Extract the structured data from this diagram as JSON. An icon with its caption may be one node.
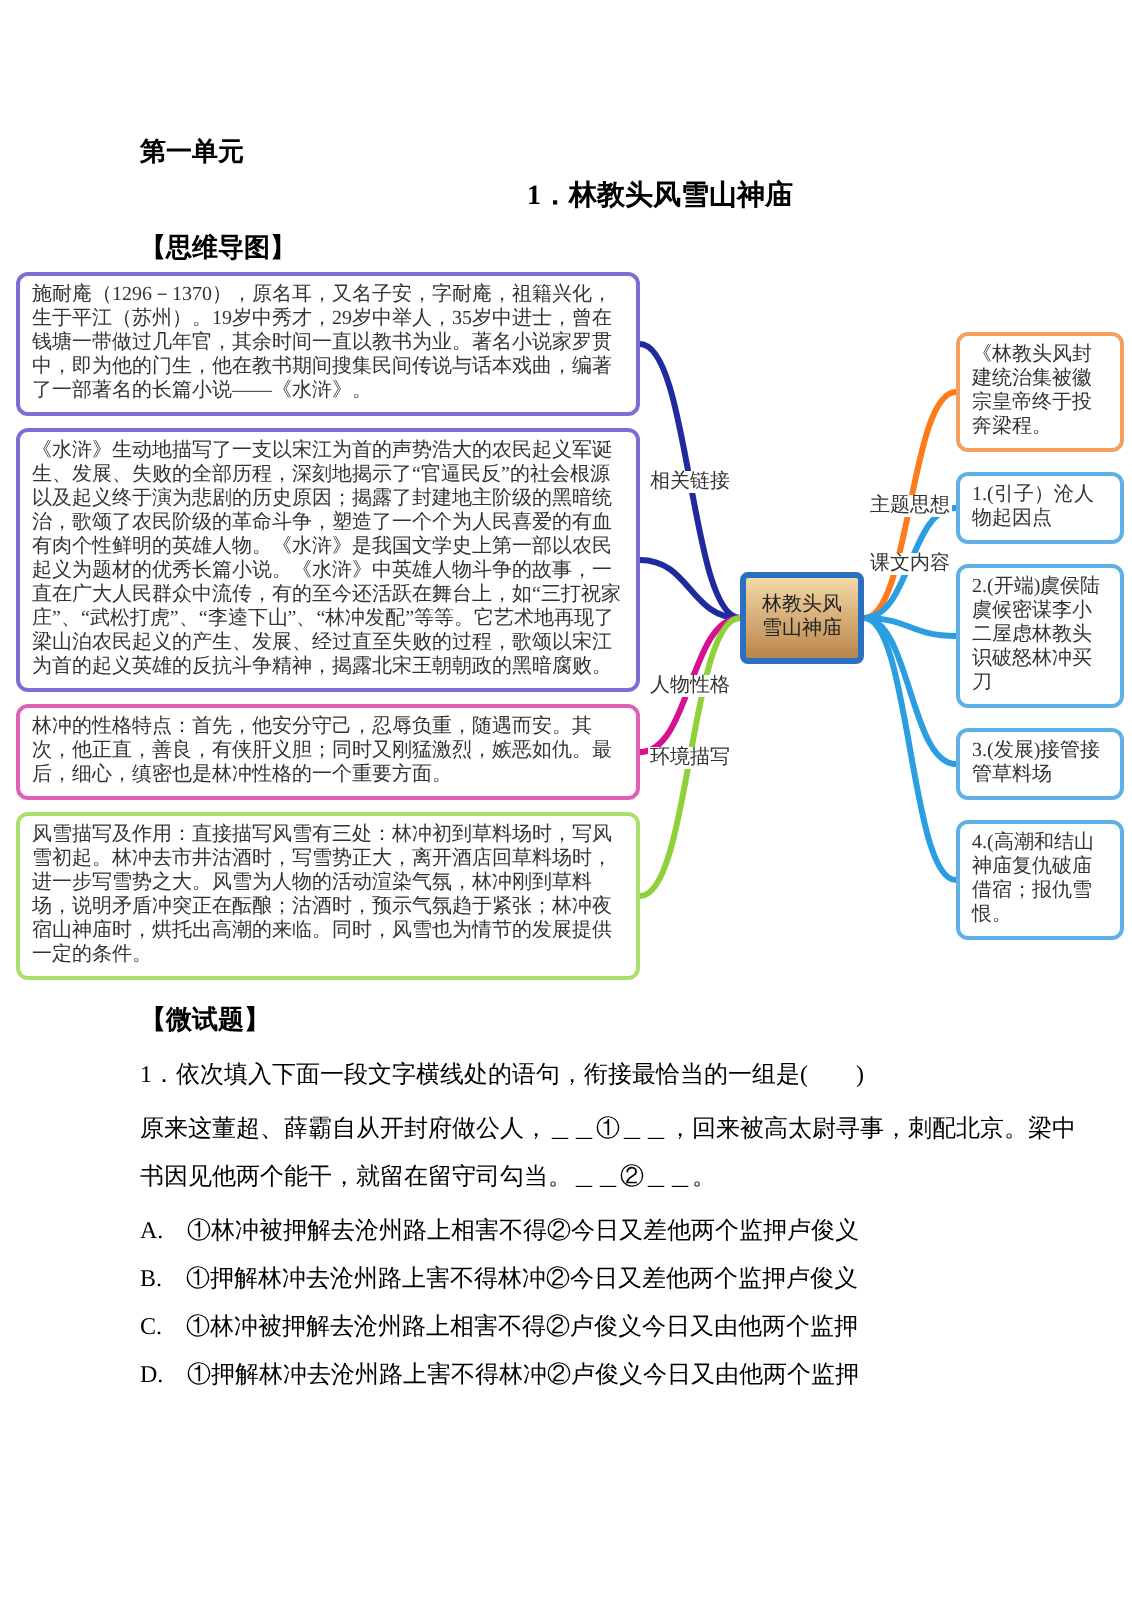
{
  "diagram": {
    "title": "1．林教头风雪山神庙",
    "nodes": [
      {
        "text": [
          "施耐庵（1296－1370），原名耳，又名子安，字耐庵，祖籍兴化，生于平江（苏州）。19岁中秀才，29岁中举人，35岁中进士，曾在钱塘一带做过几年官，其余时间一直以教书为业。著名小说家罗贯中，即为他的门生，他在教书期间搜集民间传说与话本戏曲，编著了一部著名的长篇小说——《水浒》。"
        ]
      },
      {
        "text": [
          "《水浒》生动地描写了一支以宋江为首的声势浩大的农民起义军诞生、发展、失败的全部历程，深刻地揭示了“官逼民反”的社会根源以及起义终于演为悲剧的历史原因；揭露了封建地主阶级的黑暗统治，歌颂了农民阶级的革命斗争，塑造了一个个为人民喜爱的有血有肉个性鲜明的英雄人物。《水浒》是我国文学史上第一部以农民起义为题材的优秀长篇小说。《水浒》中英雄人物斗争的故事，一直在广大人民群众中流传，有的至今还活跃在舞台上，如“三打祝家庄”、“武松打虎”、“李逵下山”、“林冲发配”等等。它艺术地再现了梁山泊农民起义的产生、发展、经过直至失败的过程，歌颂以宋江为首的起义英雄的反抗斗争精神，揭露北宋王朝朝政的黑暗腐败。"
        ]
      },
      {
        "text": [
          "林冲的性格特点：首先，他安分守己，忍辱负重，随遇而安。其次，他正直，善良，有侠肝义胆；同时又刚猛激烈，嫉恶如仇。最后，细心，缜密也是林冲性格的一个重要方面。"
        ]
      },
      {
        "text": [
          "风雪描写及作用：直接描写风雪有三处：林冲初到草料场时，写风雪初起。林冲去市井沽酒时，写雪势正大，离开酒店回草料场时，进一步写雪势之大。风雪为人物的活动渲染气氛，林冲刚到草料场，说明矛盾冲突正在酝酿；沽酒时，预示气氛趋于紧张；林冲夜宿山神庙时，烘托出高潮的来临。同时，风雪也为情节的发展提供一定的条件。"
        ]
      },
      {
        "text": [
          "林教头风雪山神庙"
        ]
      },
      {
        "text": [
          "《林教头风封建统治集被徽宗皇帝终于投奔梁程。"
        ]
      },
      {
        "text": [
          "1.(引子）沧人物起因点"
        ]
      },
      {
        "text": [
          "2.(开端)虞侯陆虞候密谋李小二屋虑林教头识破怒林冲买刀"
        ]
      },
      {
        "text": [
          "3.(发展)接管接管草料场"
        ]
      },
      {
        "text": [
          "4.(高潮和结山神庙复仇破庙借宿；报仇雪恨。"
        ]
      }
    ],
    "edges": [
      {
        "from": 4,
        "to": 0,
        "arrow": "none",
        "label": "相关链接",
        "color": "#1f2a9e"
      },
      {
        "from": 4,
        "to": 1,
        "arrow": "none",
        "color": "#1f2a9e"
      },
      {
        "from": 4,
        "to": 2,
        "arrow": "none",
        "label": "人物性格",
        "color": "#d6108f"
      },
      {
        "from": 4,
        "to": 3,
        "arrow": "none",
        "label": "环境描写",
        "color": "#8fd13a"
      },
      {
        "from": 4,
        "to": 5,
        "arrow": "none",
        "label": "主题思想",
        "color": "#ff7a1a"
      },
      {
        "from": 4,
        "to": 6,
        "arrow": "none",
        "label": "课文内容",
        "color": "#2a9ee0"
      },
      {
        "from": 4,
        "to": 7,
        "arrow": "none",
        "color": "#2a9ee0"
      },
      {
        "from": 4,
        "to": 8,
        "arrow": "none",
        "color": "#2a9ee0"
      },
      {
        "from": 4,
        "to": 9,
        "arrow": "none",
        "color": "#2a9ee0"
      }
    ],
    "labels": [
      "第一单元",
      "【思维导图】",
      "【微试题】",
      "1．依次填入下面一段文字横线处的语句，衔接最恰当的一组是(　　)",
      "原来这董超、薛霸自从开封府做公人，＿＿①＿＿，回来被高太尉寻事，刺配北京。梁中书因见他两个能干，就留在留守司勾当。＿＿②＿＿。",
      "A.　①林冲被押解去沧州路上相害不得②今日又差他两个监押卢俊义",
      "B.　①押解林冲去沧州路上害不得林冲②今日又差他两个监押卢俊义",
      "C.　①林冲被押解去沧州路上相害不得②卢俊义今日又由他两个监押",
      "D.　①押解林冲去沧州路上害不得林冲②卢俊义今日又由他两个监押"
    ]
  }
}
